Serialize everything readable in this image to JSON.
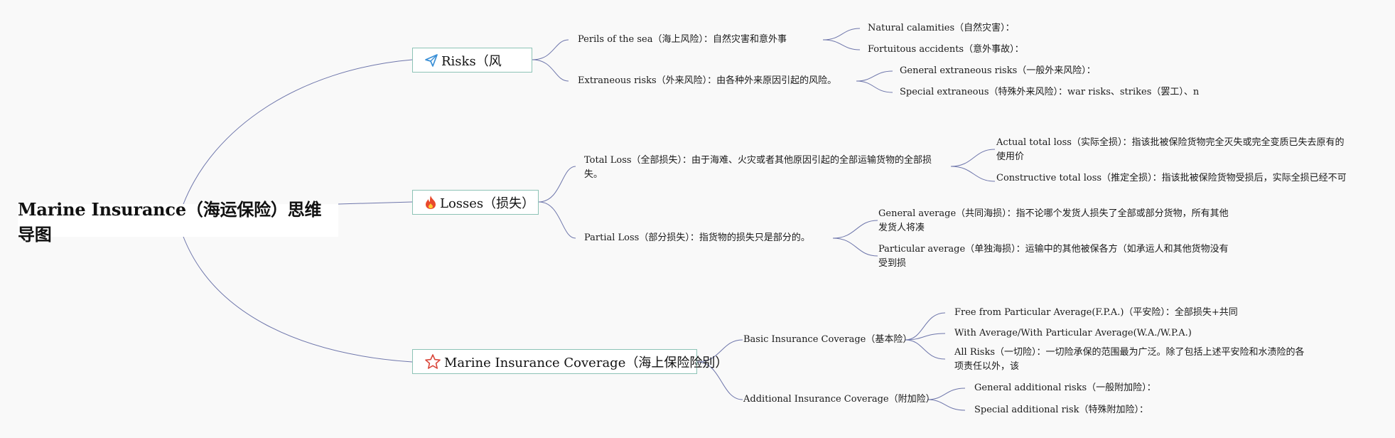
{
  "root": {
    "title": "Marine Insurance（海运保险）思维导图"
  },
  "branches": {
    "risks": {
      "label": "Risks（风",
      "icon": "paper-plane-icon",
      "children": {
        "perils": {
          "label": "Perils of the sea（海上风险）：自然灾害和意外事",
          "children": [
            "Natural calamities（自然灾害）：",
            "Fortuitous accidents（意外事故）："
          ]
        },
        "extraneous": {
          "label": "Extraneous risks（外来风险）：由各种外来原因引起的风险。",
          "children": [
            "General extraneous risks（一般外来风险）：",
            "Special extraneous（特殊外来风险）：war risks、strikes（罢工）、n"
          ]
        }
      }
    },
    "losses": {
      "label": "Losses（损失）",
      "icon": "flame-icon",
      "children": {
        "total": {
          "label": "Total Loss（全部损失）：由于海难、火灾或者其他原因引起的全部运输货物的全部损失。",
          "children": [
            "Actual total loss（实际全损）：指该批被保险货物完全灭失或完全变质已失去原有的使用价",
            "Constructive total loss（推定全损）：指该批被保险货物受损后，实际全损已经不可"
          ]
        },
        "partial": {
          "label": "Partial Loss（部分损失）：指货物的损失只是部分的。",
          "children": [
            "General average（共同海损）：指不论哪个发货人损失了全部或部分货物，所有其他发货人将凑",
            "Particular average（单独海损）：运输中的其他被保各方（如承运人和其他货物没有受到损"
          ]
        }
      }
    },
    "coverage": {
      "label": "Marine Insurance Coverage（海上保险险别）",
      "icon": "star-icon",
      "children": {
        "basic": {
          "label": "Basic Insurance Coverage（基本险）",
          "children": [
            "Free from Particular Average(F.P.A.)（平安险）：全部损失+共同",
            "With Average/With Particular Average(W.A./W.P.A.)",
            "All Risks（一切险）：一切险承保的范围最为广泛。除了包括上述平安险和水渍险的各项责任以外，该"
          ]
        },
        "additional": {
          "label": "Additional Insurance Coverage（附加险）",
          "children": [
            "General additional risks（一般附加险）：",
            "Special additional risk（特殊附加险）："
          ]
        }
      }
    }
  },
  "colors": {
    "connector": "#6e76ab",
    "topic_border": "#8dc3b6",
    "plane_icon": "#3a8fd6",
    "flame_icon": "#e8492d",
    "star_icon": "#d9463a"
  }
}
